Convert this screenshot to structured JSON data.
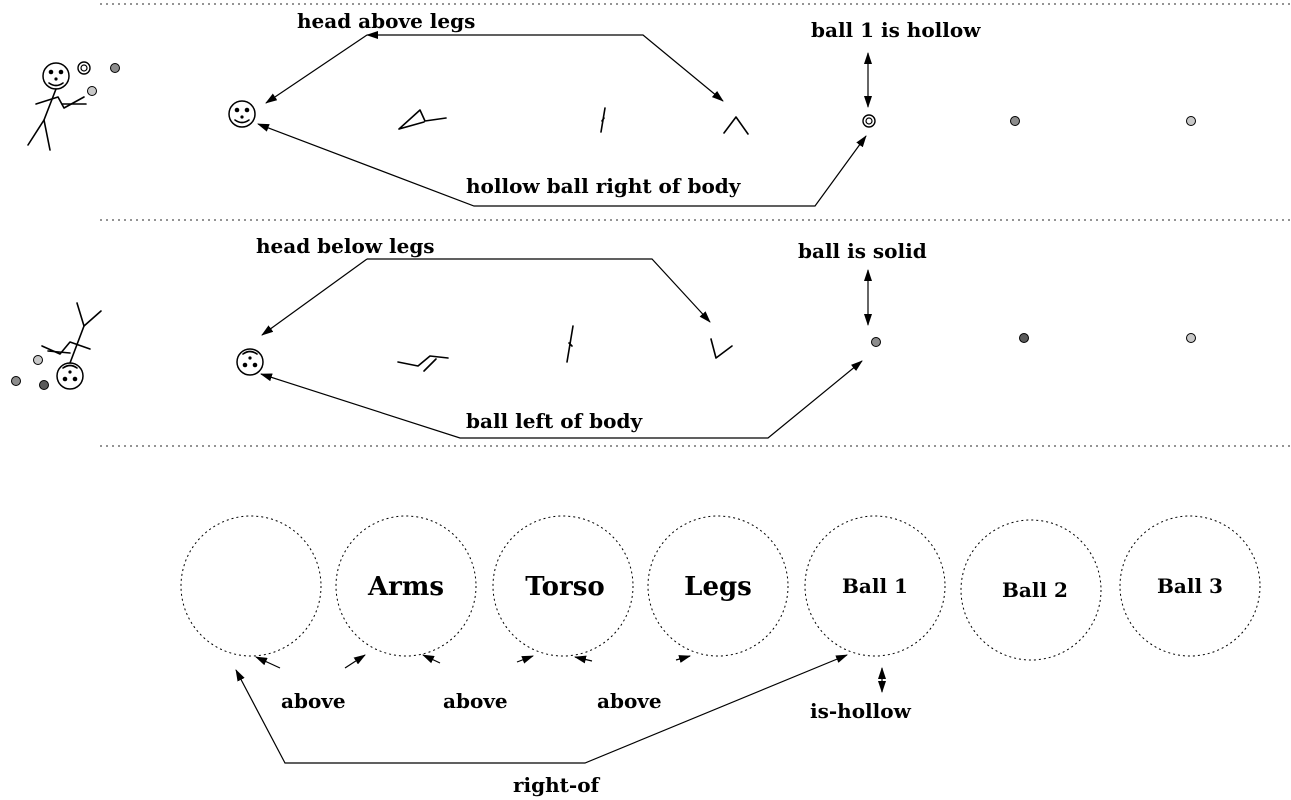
{
  "panel_top": {
    "relation_head_legs": "head above legs",
    "attribute_ball": "ball 1 is hollow",
    "relation_ball_body": "hollow ball right of body"
  },
  "panel_middle": {
    "relation_head_legs": "head below legs",
    "attribute_ball": "ball is solid",
    "relation_ball_body": "ball left of body"
  },
  "graph": {
    "nodes": [
      "",
      "Arms",
      "Torso",
      "Legs",
      "Ball 1",
      "Ball 2",
      "Ball 3"
    ],
    "edge_labels": {
      "above_1": "above",
      "above_2": "above",
      "above_3": "above",
      "is_hollow": "is-hollow",
      "right_of": "right-of"
    }
  },
  "colors": {
    "ball_light": "#c8c8c8",
    "ball_mid": "#8c8c8c",
    "ball_dark": "#5a5a5a",
    "line": "#000000"
  }
}
